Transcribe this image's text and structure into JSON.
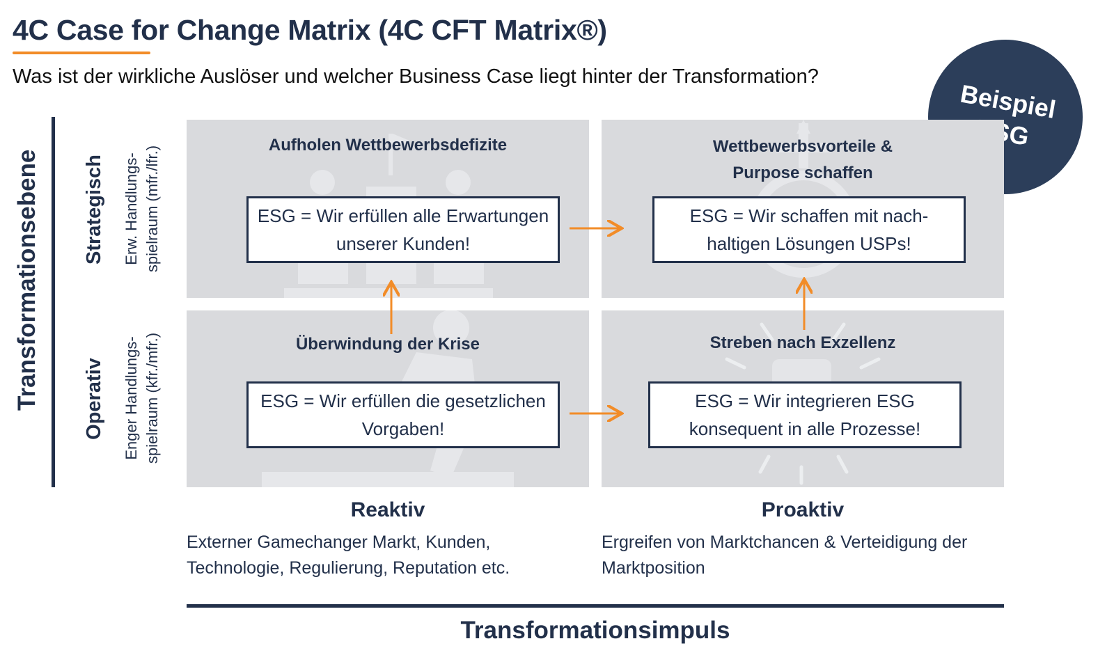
{
  "header": {
    "title": "4C Case for Change Matrix (4C CFT Matrix®)",
    "subtitle": "Was ist der wirkliche Auslöser und welcher Business Case liegt hinter der Transformation?"
  },
  "badge": {
    "text": "Beispiel ESG"
  },
  "y_axis": {
    "label": "Transformationsebene",
    "rows": [
      {
        "label": "Strategisch",
        "sublabel": "Erw. Handlungs- spielraum (mfr./lfr.)"
      },
      {
        "label": "Operativ",
        "sublabel": "Enger Handlungs- spielraum (kfr./mfr.)"
      }
    ]
  },
  "quadrants": {
    "top_left": {
      "title": "Aufholen Wettbewerbsdefizite",
      "statement": "ESG = Wir erfüllen alle Erwartungen unserer Kunden!"
    },
    "top_right": {
      "title": "Wettbewerbsvorteile & Purpose schaffen",
      "statement": "ESG = Wir schaffen mit nach- haltigen Lösungen USPs!"
    },
    "bottom_left": {
      "title": "Überwindung der Krise",
      "statement": "ESG = Wir erfüllen die gesetzlichen Vorgaben!"
    },
    "bottom_right": {
      "title": "Streben nach Exzellenz",
      "statement": "ESG = Wir integrieren ESG konsequent in alle Prozesse!"
    }
  },
  "x_axis": {
    "label": "Transformationsimpuls",
    "columns": [
      {
        "label": "Reaktiv",
        "description": "Externer Gamechanger Markt,  Kunden, Technologie, Regulierung, Reputation etc."
      },
      {
        "label": "Proaktiv",
        "description": "Ergreifen von Marktchancen & Verteidigung der Marktposition"
      }
    ]
  },
  "colors": {
    "accent_orange": "#f28c28",
    "navy": "#22304a",
    "quadrant_gray": "#d9dadd",
    "badge_navy": "#2c3e5a"
  },
  "icons": [
    "podium-icon",
    "lifebuoy-icon",
    "running-person-icon",
    "trophy-icon"
  ]
}
